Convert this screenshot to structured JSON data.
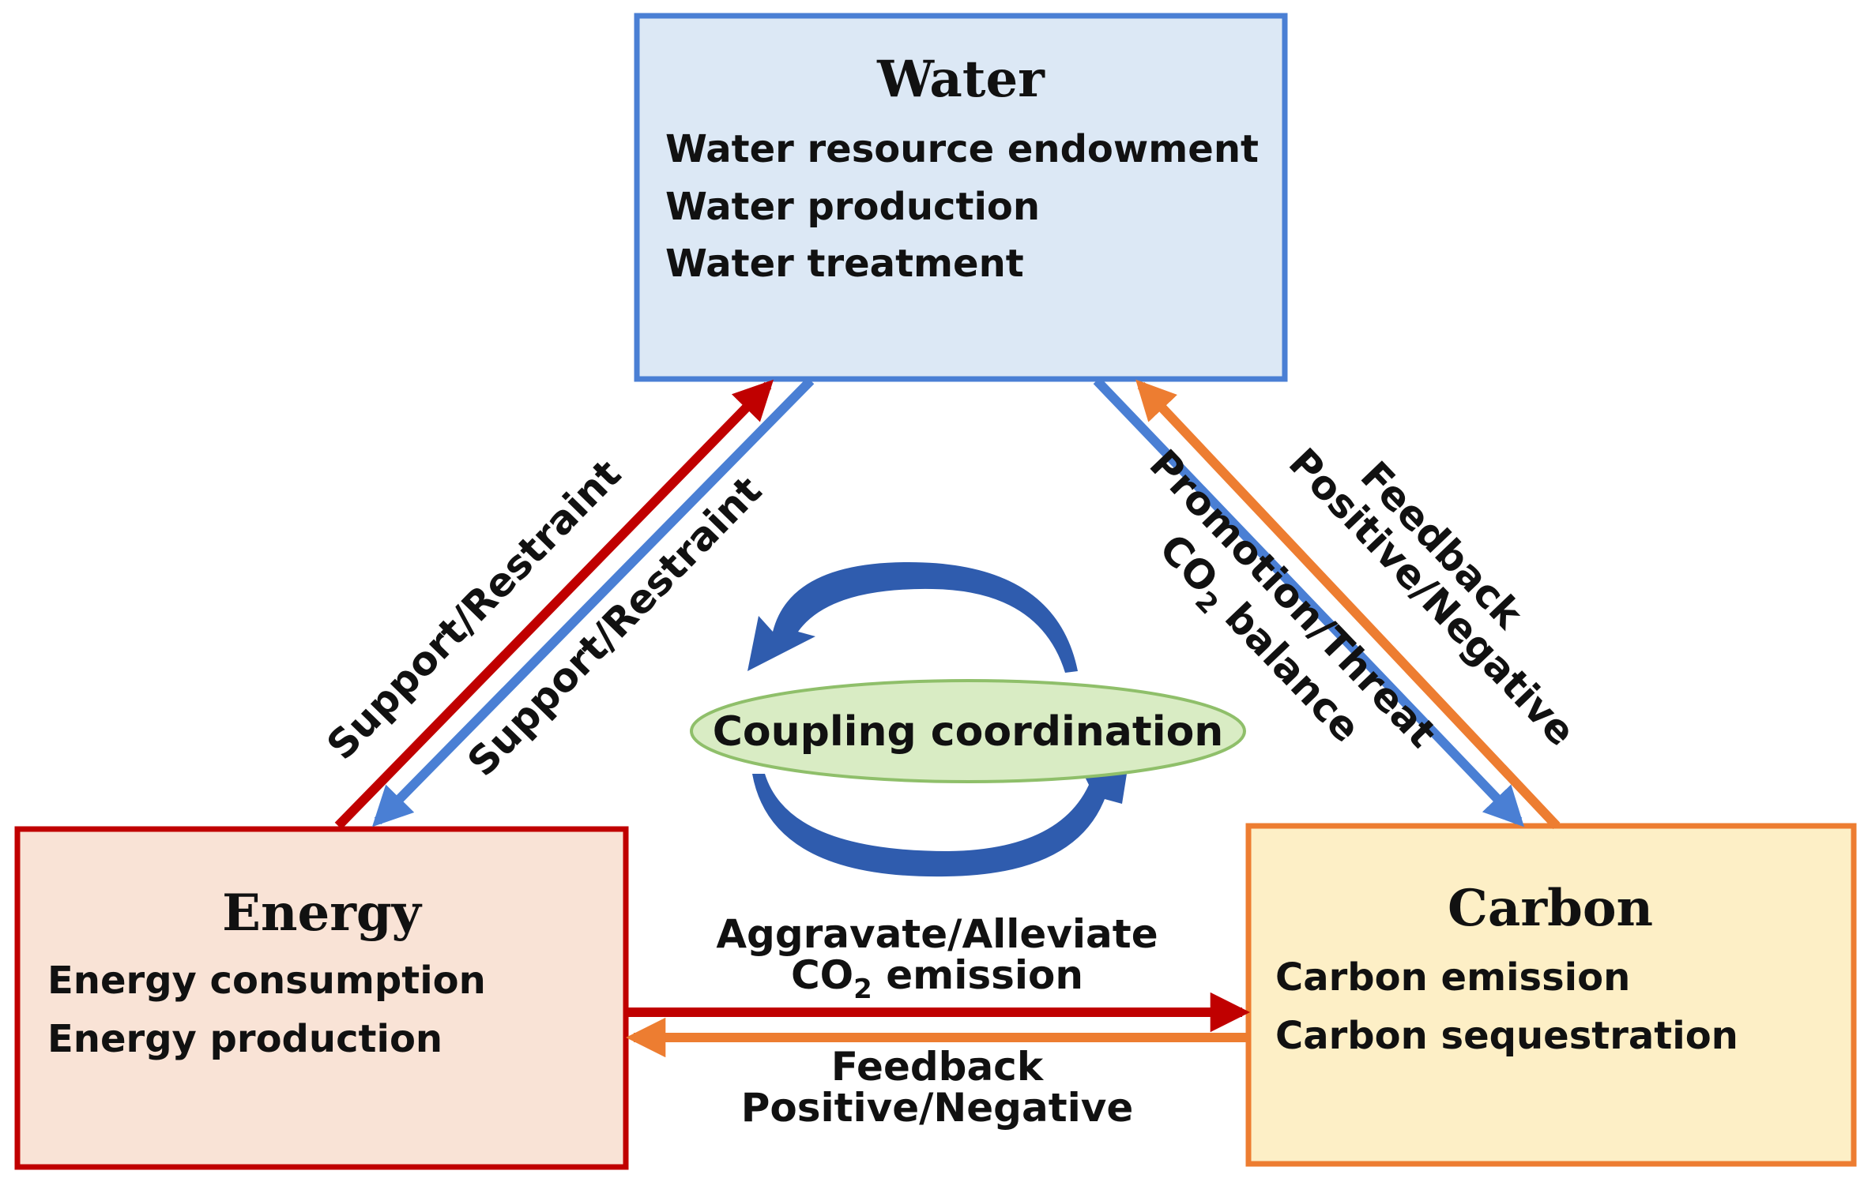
{
  "colors": {
    "water_fill": "#dce8f5",
    "water_stroke": "#4a7fd4",
    "energy_fill": "#f9e3d6",
    "energy_stroke": "#c00000",
    "carbon_fill": "#fdefc6",
    "carbon_stroke": "#ed7d31",
    "cycle_arrow": "#2f5cae",
    "core_fill": "#d9ecc4",
    "core_stroke": "#8fbf6a"
  },
  "water": {
    "title": "Water",
    "items": [
      "Water resource endowment",
      "Water production",
      "Water treatment"
    ]
  },
  "energy": {
    "title": "Energy",
    "items": [
      "Energy consumption",
      "Energy production"
    ]
  },
  "carbon": {
    "title": "Carbon",
    "items": [
      "Carbon emission",
      "Carbon sequestration"
    ]
  },
  "core": {
    "label": "Coupling coordination"
  },
  "links": {
    "energy_to_water": "Support/Restraint",
    "water_to_energy": "Support/Restraint",
    "water_to_carbon_1": "Promotion/Threat",
    "water_to_carbon_2_pre": "CO",
    "water_to_carbon_2_sub": "2",
    "water_to_carbon_2_post": " balance",
    "carbon_to_water_1": "Positive/Negative",
    "carbon_to_water_2": "Feedback",
    "energy_to_carbon_1": "Aggravate/Alleviate",
    "energy_to_carbon_2_pre": "CO",
    "energy_to_carbon_2_sub": "2",
    "energy_to_carbon_2_post": " emission",
    "carbon_to_energy_1": "Feedback",
    "carbon_to_energy_2": "Positive/Negative"
  }
}
